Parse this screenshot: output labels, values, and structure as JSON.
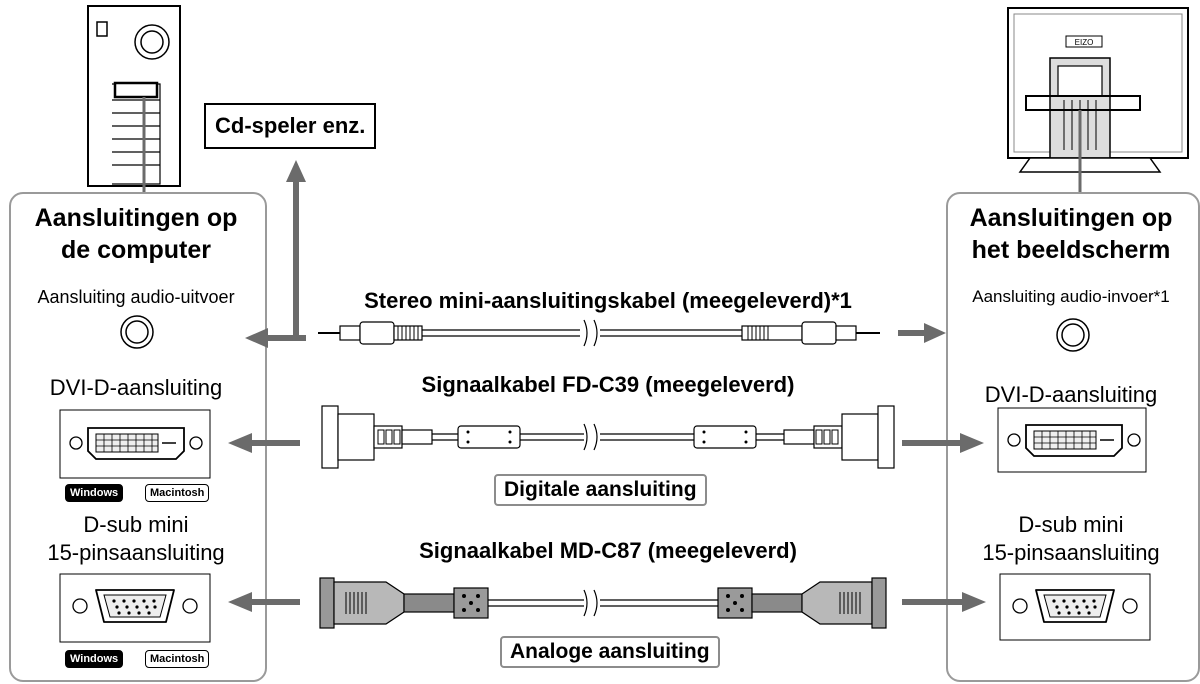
{
  "cd_player": "Cd-speler enz.",
  "left_panel": {
    "title_line1": "Aansluitingen op",
    "title_line2": "de computer",
    "audio_label": "Aansluiting audio-uitvoer",
    "dvi_label": "DVI-D-aansluiting",
    "dsub_line1": "D-sub mini",
    "dsub_line2": "15-pinsaansluiting",
    "badge_windows": "Windows",
    "badge_mac": "Macintosh"
  },
  "right_panel": {
    "title_line1": "Aansluitingen op",
    "title_line2": "het beeldscherm",
    "audio_label": "Aansluiting audio-invoer*1",
    "dvi_label": "DVI-D-aansluiting",
    "dsub_line1": "D-sub mini",
    "dsub_line2": "15-pinsaansluiting"
  },
  "cables": {
    "stereo": "Stereo mini-aansluitingskabel (meegeleverd)*1",
    "fd": "Signaalkabel FD-C39 (meegeleverd)",
    "fd_box": "Digitale aansluiting",
    "md": "Signaalkabel MD-C87 (meegeleverd)",
    "md_box": "Analoge aansluiting"
  },
  "monitor_logo": "EIZO",
  "colors": {
    "arrow": "#6b6b6b",
    "panel_border": "#9a9a9a",
    "connector_dark": "#333333"
  }
}
